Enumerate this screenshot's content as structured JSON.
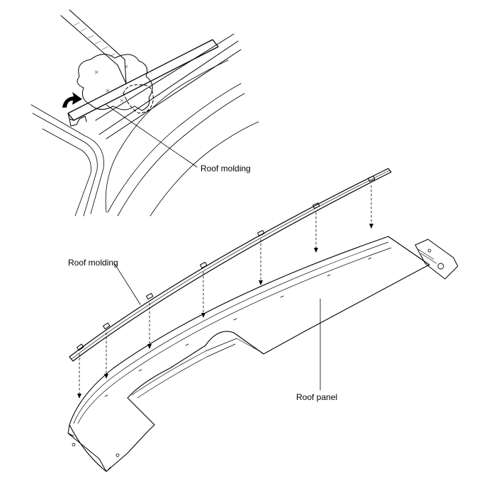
{
  "labels": {
    "roof_molding_detail": "Roof molding",
    "roof_molding_main": "Roof molding",
    "roof_panel": "Roof panel"
  },
  "icons": {
    "removal_direction": "curved-arrow-icon",
    "fastener_clip": "clip-icon",
    "tool_hand": "hand-icon"
  },
  "colors": {
    "line": "#000000",
    "hatch": "#555555",
    "background": "#ffffff"
  }
}
